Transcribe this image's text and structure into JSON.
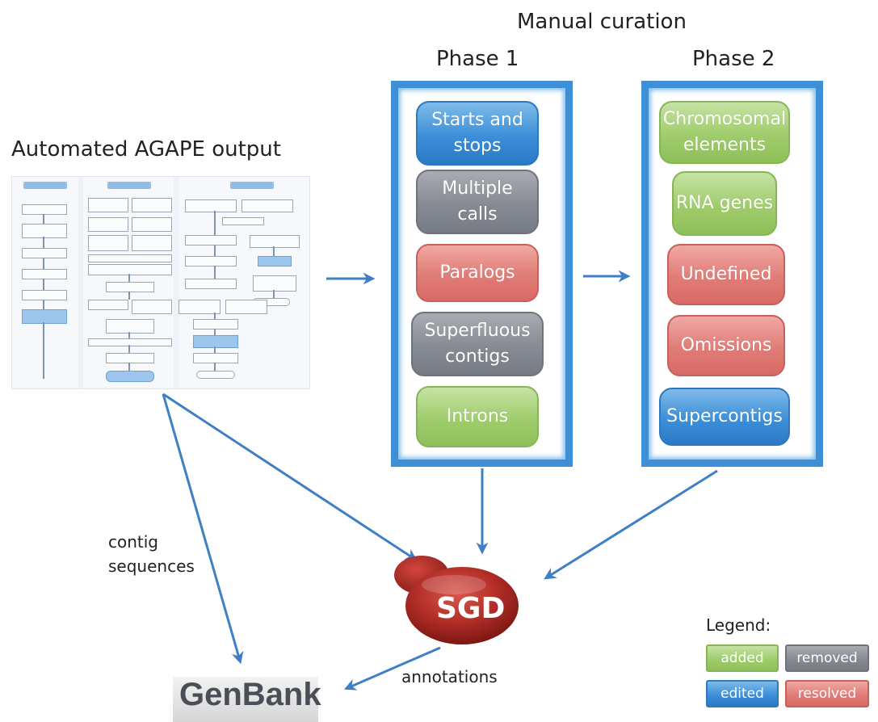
{
  "titles": {
    "manual_curation": "Manual curation",
    "phase1": "Phase 1",
    "phase2": "Phase 2",
    "agape": "Automated AGAPE output"
  },
  "phase1_items": [
    {
      "label": "Starts and\nstops",
      "kind": "edited"
    },
    {
      "label": "Multiple\ncalls",
      "kind": "removed"
    },
    {
      "label": "Paralogs",
      "kind": "resolved"
    },
    {
      "label": "Superfluous\ncontigs",
      "kind": "removed"
    },
    {
      "label": "Introns",
      "kind": "added"
    }
  ],
  "phase2_items": [
    {
      "label": "Chromosomal\nelements",
      "kind": "added"
    },
    {
      "label": "RNA genes",
      "kind": "added"
    },
    {
      "label": "Undefined",
      "kind": "resolved"
    },
    {
      "label": "Omissions",
      "kind": "resolved"
    },
    {
      "label": "Supercontigs",
      "kind": "edited"
    }
  ],
  "labels": {
    "contig": "contig\nsequences",
    "annotations": "annotations",
    "sgd": "SGD",
    "genbank": "GenBank"
  },
  "legend": {
    "title": "Legend:",
    "items": [
      {
        "label": "added",
        "kind": "added"
      },
      {
        "label": "removed",
        "kind": "removed"
      },
      {
        "label": "edited",
        "kind": "edited"
      },
      {
        "label": "resolved",
        "kind": "resolved"
      }
    ]
  },
  "colors": {
    "added": "#9fcc6c",
    "removed": "#868a92",
    "edited": "#3c8fd8",
    "resolved": "#e07c77",
    "arrow": "#3f7fc4",
    "box_border": "#3f8fd6",
    "sgd": "#b8342c"
  }
}
